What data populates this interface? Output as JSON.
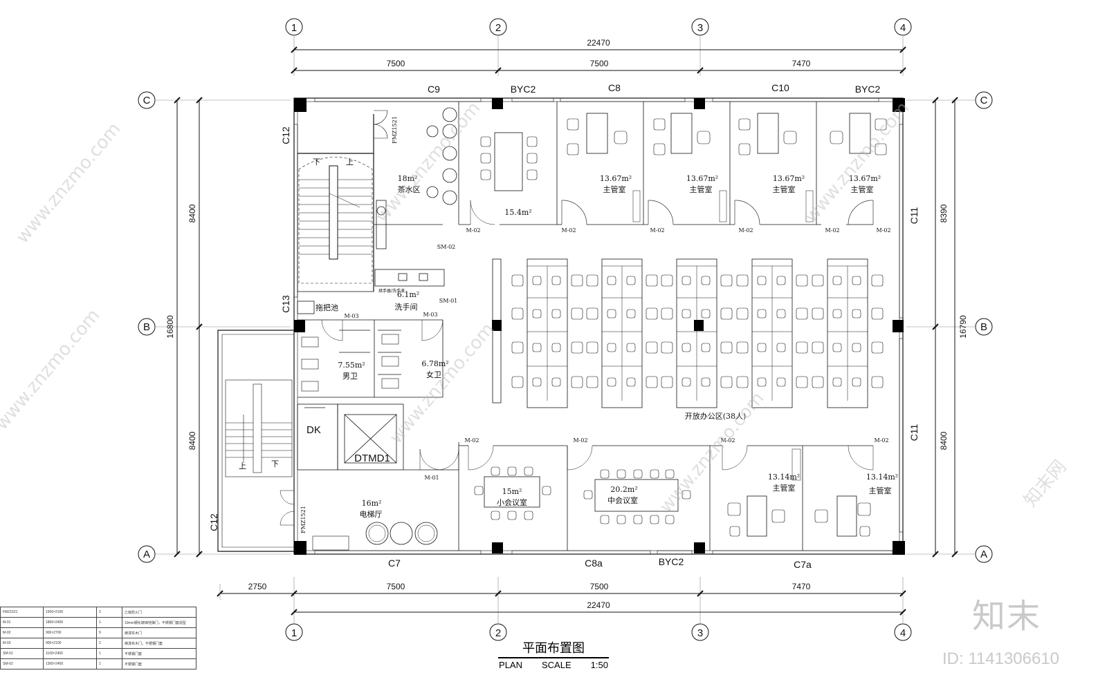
{
  "title": {
    "cn": "平面布置图",
    "en_plan": "PLAN",
    "en_scale": "SCALE",
    "ratio": "1:50"
  },
  "watermark": {
    "brand": "知末",
    "id": "ID: 1141306610",
    "site": "www.znzmo.com",
    "site_cn": "知末网"
  },
  "grid": {
    "cols": [
      "1",
      "2",
      "3",
      "4"
    ],
    "rows": [
      "C",
      "B",
      "A"
    ]
  },
  "dims": {
    "top_total": "22470",
    "top_parts": [
      "7500",
      "7500",
      "7470"
    ],
    "bottom_total": "22470",
    "bottom_parts": [
      "2750",
      "7500",
      "7500",
      "7470"
    ],
    "left_total": "16800",
    "left_parts": [
      "8400",
      "8400"
    ],
    "right_total": "16790",
    "right_parts": [
      "8390",
      "8400"
    ]
  },
  "windows": {
    "top": [
      "C9",
      "BYC2",
      "C8",
      "C10",
      "BYC2"
    ],
    "bottom": [
      "C7",
      "C8a",
      "BYC2",
      "C7a"
    ],
    "left": [
      "C12",
      "C13",
      "C12"
    ],
    "right": [
      "C11",
      "C11"
    ]
  },
  "rooms": {
    "tea_area": "18m²",
    "tea_name": "茶水区",
    "meet_top": "15.4m²",
    "mgr1_area": "13.67m²",
    "mgr1_name": "主管室",
    "mgr2_area": "13.67m²",
    "mgr2_name": "主管室",
    "mgr3_area": "13.67m²",
    "mgr3_name": "主管室",
    "mgr4_area": "13.67m²",
    "mgr4_name": "主管室",
    "wash_area": "6.1m²",
    "wash_name": "洗手间",
    "mop": "拖把池",
    "sanitizer": "烘手器/洗手液",
    "men_area": "7.55m²",
    "men_name": "男卫",
    "women_area": "6.78m²",
    "women_name": "女卫",
    "dk": "DK",
    "elevator": "DTMD1",
    "lobby_area": "16m²",
    "lobby_name": "电梯厅",
    "small_meet_area": "15m²",
    "small_meet_name": "小会议室",
    "mid_meet_area": "20.2m²",
    "mid_meet_name": "中会议室",
    "mgr5_area": "13.14m²",
    "mgr5_name": "主管室",
    "mgr6_area": "13.14m²",
    "mgr6_name": "主管室",
    "open_office": "开放办公区(38人)"
  },
  "doors": {
    "fire1": "FMZ1521",
    "fire2": "FMZ1521",
    "m02": "M-02",
    "m03": "M-03",
    "m01": "M-01",
    "sm02": "SM-02",
    "sm01": "SM-01",
    "stair_down": "下",
    "stair_up": "上"
  },
  "door_table": [
    [
      "FMZ1521",
      "1500×2100",
      "2",
      "乙级防火门"
    ],
    [
      "M-01",
      "1800×2400",
      "1",
      "10mm钢化玻璃地弹门，不锈钢门套造型"
    ],
    [
      "M-02",
      "900×2700",
      "9",
      "烤漆实木门"
    ],
    [
      "M-03",
      "900×2100",
      "2",
      "烤漆实木门，不锈钢门套"
    ],
    [
      "SM-01",
      "1100×2400",
      "1",
      "不锈钢门套"
    ],
    [
      "SM-02",
      "1300×2400",
      "1",
      "不锈钢门套"
    ]
  ]
}
